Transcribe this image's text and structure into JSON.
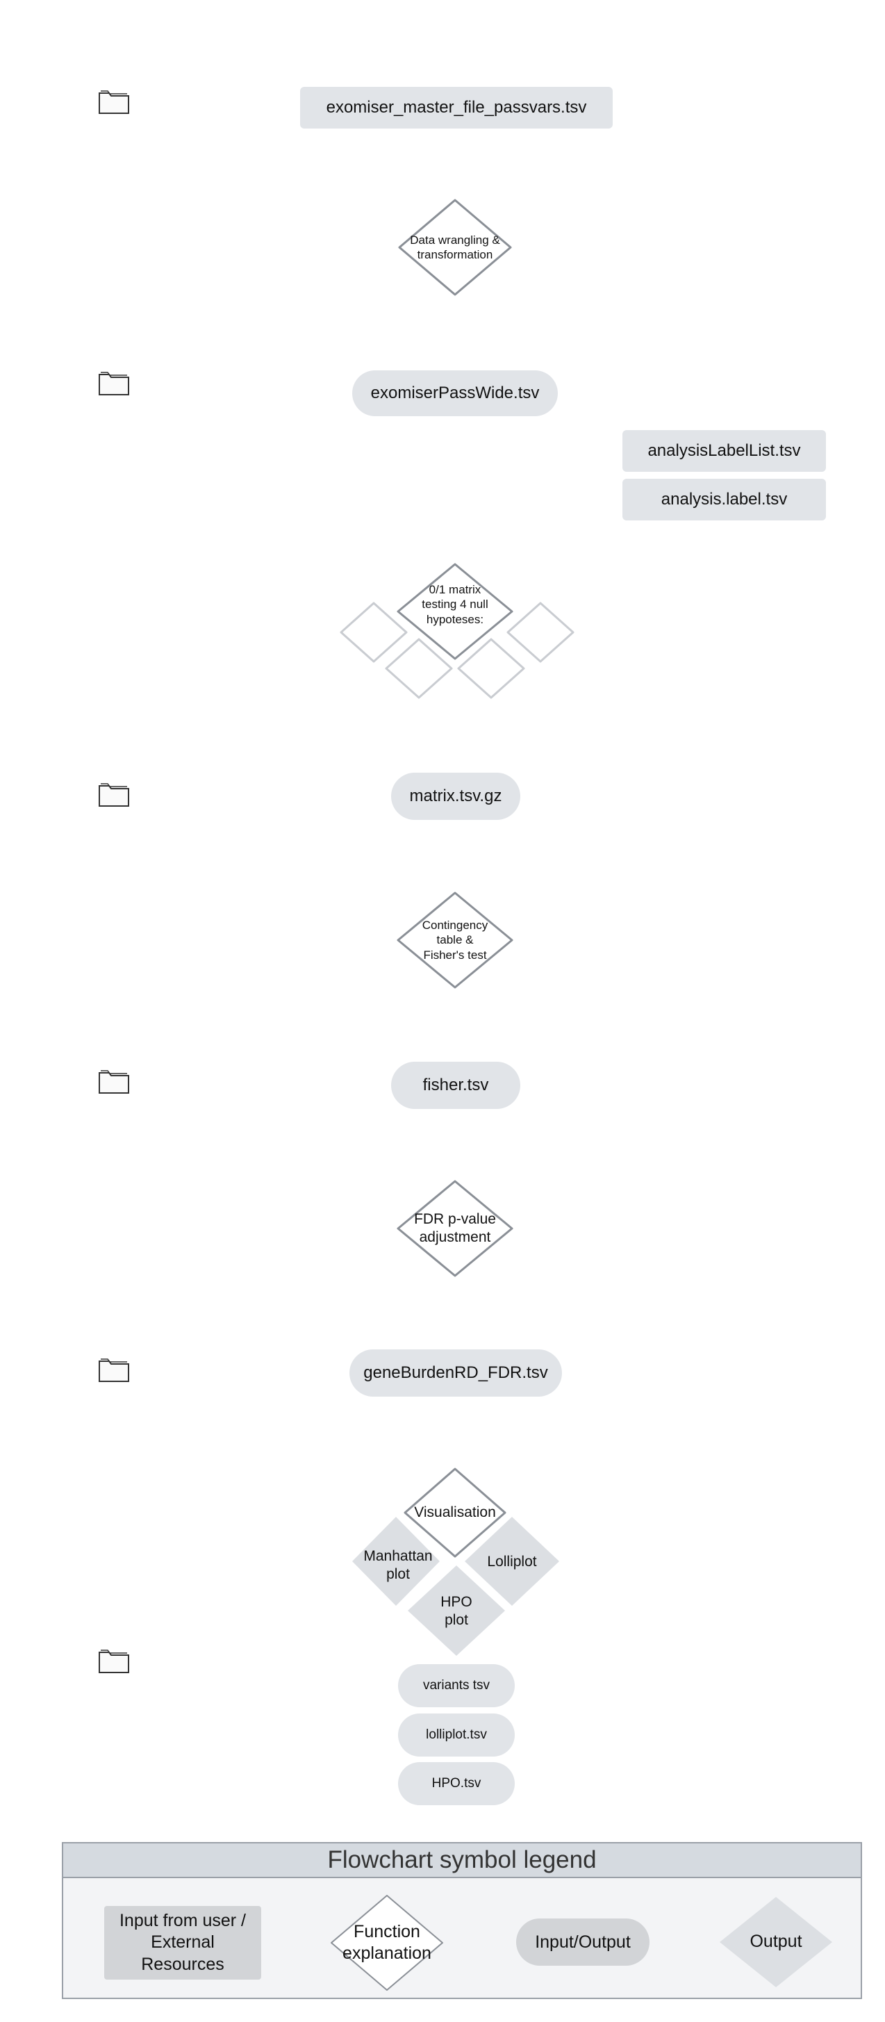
{
  "io": {
    "exomiser_master": "exomiser_master_file_passvars.tsv",
    "exomiser_pass_wide": "exomiserPassWide.tsv",
    "analysis_label_list": "analysisLabelList.tsv",
    "analysis_label": "analysis.label.tsv",
    "matrix": "matrix.tsv.gz",
    "fisher": "fisher.tsv",
    "gene_burden_fdr": "geneBurdenRD_FDR.tsv",
    "variants": "variants tsv",
    "lolliplot_tsv": "lolliplot.tsv",
    "hpo_tsv": "HPO.tsv"
  },
  "functions": {
    "data_wrangling": "Data wrangling & transformation",
    "matrix_testing": "0/1 matrix testing 4 null hypoteses:",
    "fisher_test": "Contingency table & Fisher's test",
    "fdr": "FDR p-value adjustment",
    "visualisation": "Visualisation"
  },
  "outputs": {
    "manhattan": "Manhattan plot",
    "lolliplot": "Lolliplot",
    "hpo_plot": "HPO plot"
  },
  "legend": {
    "title": "Flowchart symbol legend",
    "input_user": "Input from user / External Resources",
    "function_explanation": "Function explanation",
    "input_output": "Input/Output",
    "output": "Output"
  },
  "icons": [
    "folder-icon"
  ],
  "colors": {
    "io_fill": "#e1e4e8",
    "diamond_stroke": "#8a8f96",
    "legend_header": "#d5dae0",
    "legend_body": "#f3f4f6",
    "legend_input": "#d2d4d7"
  }
}
